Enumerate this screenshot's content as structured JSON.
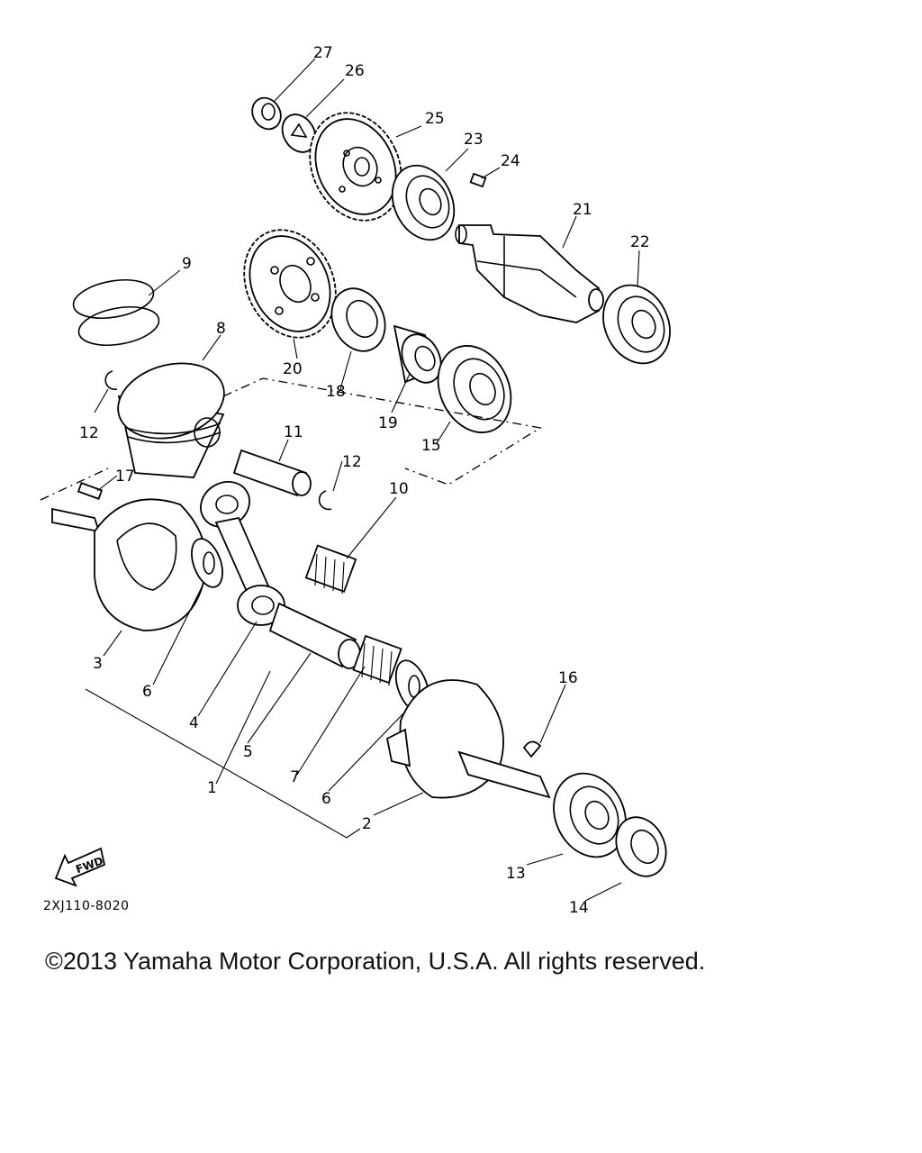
{
  "diagram": {
    "part_code": "2XJ110-8020",
    "fwd_label": "FWD",
    "callouts": [
      "1",
      "2",
      "3",
      "4",
      "5",
      "6",
      "6",
      "7",
      "8",
      "9",
      "10",
      "11",
      "12",
      "12",
      "13",
      "14",
      "15",
      "16",
      "17",
      "18",
      "19",
      "20",
      "21",
      "22",
      "23",
      "24",
      "25",
      "26",
      "27"
    ]
  },
  "footer": {
    "copyright": "©2013 Yamaha Motor Corporation, U.S.A. All rights reserved."
  }
}
